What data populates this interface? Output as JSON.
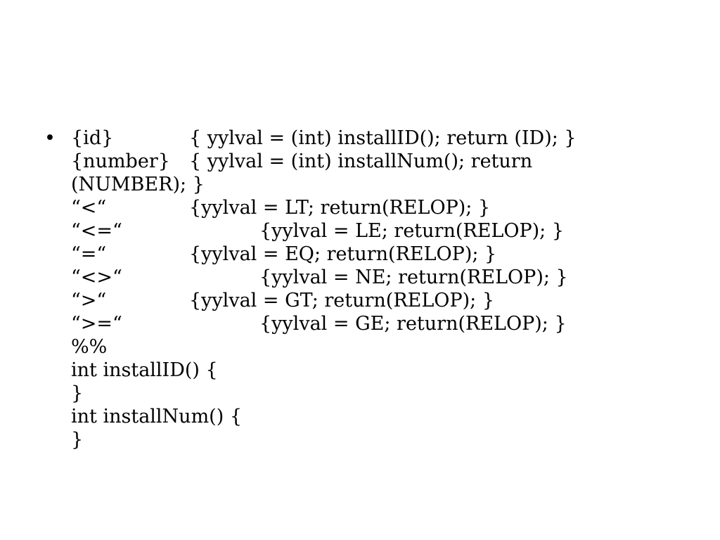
{
  "slide": {
    "bullet": "•",
    "rules": [
      {
        "pattern": "{id}",
        "action": "{ yylval = (int) installID(); return (ID); }",
        "col": 1
      },
      {
        "pattern": "{number}",
        "action": "{ yylval = (int) installNum(); return",
        "col": 1
      },
      {
        "text": "(NUMBER); }"
      },
      {
        "pattern": "“<“",
        "action": "{yylval = LT; return(RELOP); }",
        "col": 1
      },
      {
        "pattern": "“<=“",
        "action": "{yylval = LE; return(RELOP); }",
        "col": 2
      },
      {
        "pattern": "“=“",
        "action": "{yylval = EQ; return(RELOP); }",
        "col": 1
      },
      {
        "pattern": "“<>“",
        "action": "{yylval = NE; return(RELOP); }",
        "col": 2
      },
      {
        "pattern": "“>“",
        "action": "{yylval = GT; return(RELOP); }",
        "col": 1
      },
      {
        "pattern": "“>=“",
        "action": "{yylval = GE; return(RELOP); }",
        "col": 2
      },
      {
        "text": "%%"
      },
      {
        "text": "int installID() {"
      },
      {
        "text": "}"
      },
      {
        "text": "int installNum() {"
      },
      {
        "text": "}"
      }
    ]
  }
}
